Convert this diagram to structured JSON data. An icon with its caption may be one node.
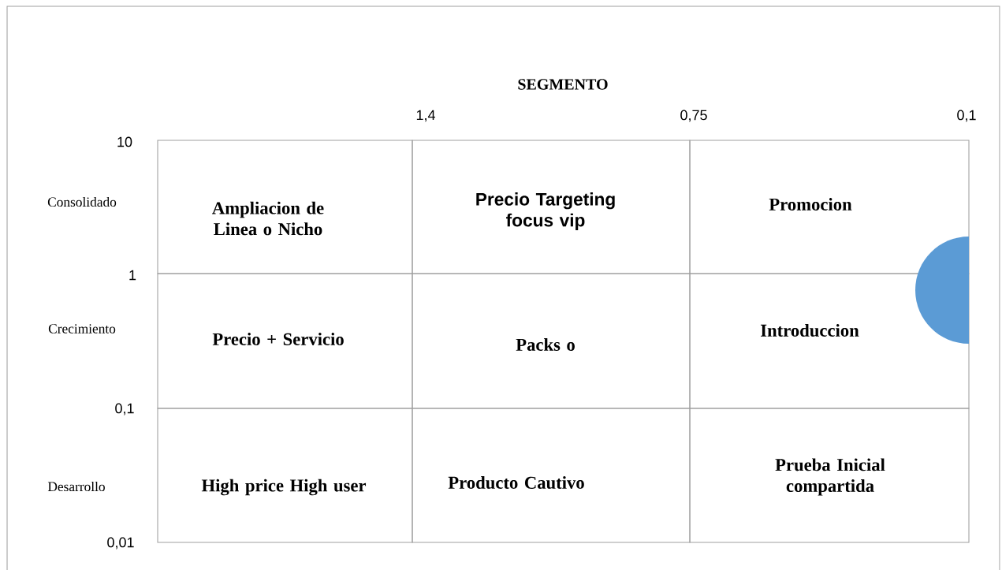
{
  "diagram": {
    "title": "SEGMENTO",
    "nodes": [
      {
        "text": [
          "Ampliacion de Linea o Nicho"
        ]
      },
      {
        "text": [
          "Precio Targeting focus vip"
        ]
      },
      {
        "text": [
          "Promocion"
        ]
      },
      {
        "text": [
          "Precio + Servicio"
        ]
      },
      {
        "text": [
          "Packs o"
        ]
      },
      {
        "text": [
          "Introduccion"
        ]
      },
      {
        "text": [
          "High price High user"
        ]
      },
      {
        "text": [
          "Producto Cautivo"
        ]
      },
      {
        "text": [
          "Prueba Inicial compartida"
        ]
      },
      {
        "text": [],
        "shape": "circle"
      }
    ],
    "edges": [],
    "labels": [
      "1,4",
      "0,75",
      "0,1",
      "10",
      "Consolidado",
      "1",
      "Crecimiento",
      "0,1",
      "Desarrollo",
      "0,01"
    ]
  }
}
